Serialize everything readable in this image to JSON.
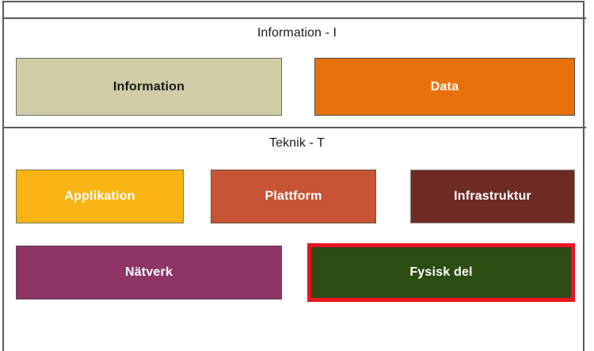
{
  "diagram": {
    "bands": [
      {
        "title": "Information - I",
        "boxes": [
          {
            "label": "Information",
            "color": "#cfcca6",
            "text_color": "#1a1a1a",
            "highlighted": false
          },
          {
            "label": "Data",
            "color": "#e87209",
            "text_color": "#ffffff",
            "highlighted": false
          }
        ]
      },
      {
        "title": "Teknik - T",
        "boxes": [
          {
            "label": "Applikation",
            "color": "#f9b413",
            "text_color": "#ffffff",
            "highlighted": false
          },
          {
            "label": "Plattform",
            "color": "#c75434",
            "text_color": "#ffffff",
            "highlighted": false
          },
          {
            "label": "Infrastruktur",
            "color": "#6e2b24",
            "text_color": "#ffffff",
            "highlighted": false
          },
          {
            "label": "Nätverk",
            "color": "#8e3566",
            "text_color": "#ffffff",
            "highlighted": false
          },
          {
            "label": "Fysisk del",
            "color": "#2c4d11",
            "text_color": "#ffffff",
            "highlighted": true
          }
        ]
      }
    ],
    "highlight_color": "#e8141e",
    "frame_color": "#5a5a5a",
    "background": "#ffffff"
  }
}
